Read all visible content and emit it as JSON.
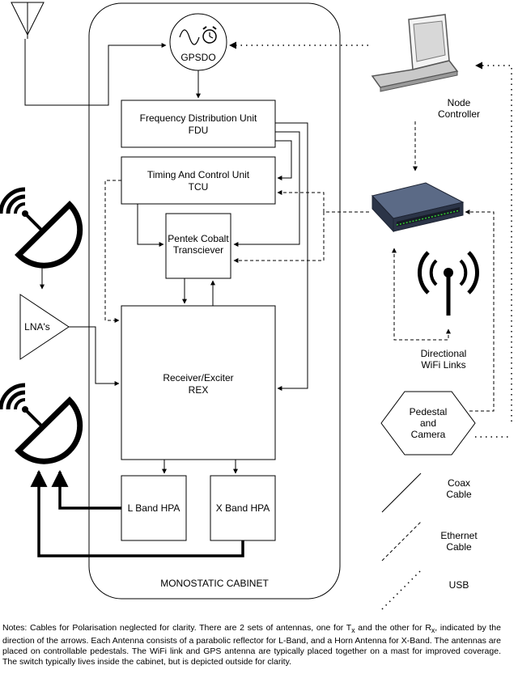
{
  "blocks": {
    "gpsdo": "GPSDO",
    "fdu": [
      "Frequency Distribution Unit",
      "FDU"
    ],
    "tcu": [
      "Timing And Control Unit",
      "TCU"
    ],
    "pentek": [
      "Pentek Cobalt",
      "Transciever"
    ],
    "rex": [
      "Receiver/Exciter",
      "REX"
    ],
    "lband_hpa": "L Band HPA",
    "xband_hpa": "X Band HPA",
    "cabinet": "MONOSTATIC CABINET",
    "lna": "LNA's"
  },
  "devices": {
    "node_controller": [
      "Node",
      "Controller"
    ],
    "wifi": [
      "Directional",
      "WiFi Links"
    ],
    "pedestal": [
      "Pedestal",
      "and",
      "Camera"
    ]
  },
  "legend": {
    "coax": [
      "Coax",
      "Cable"
    ],
    "ethernet": [
      "Ethernet",
      "Cable"
    ],
    "usb": "USB"
  },
  "notes_parts": [
    "Notes: Cables for Polarisation neglected for clarity. There are 2 sets of antennas, one for T",
    "x",
    " and the other for R",
    "x",
    ", indicated by the direction of the arrows. Each Antenna consists of a parabolic reflector for L-Band, and a Horn Antenna for X-Band. The antennas are placed on controllable pedestals. The WiFi link and GPS antenna are typically placed together on a mast for improved coverage. The switch typically lives inside the cabinet, but is depicted outside for clarity."
  ],
  "colors": {
    "line": "#000000",
    "background": "#ffffff",
    "switch_body": "#2b3447",
    "switch_port_led": "#33cc33"
  }
}
